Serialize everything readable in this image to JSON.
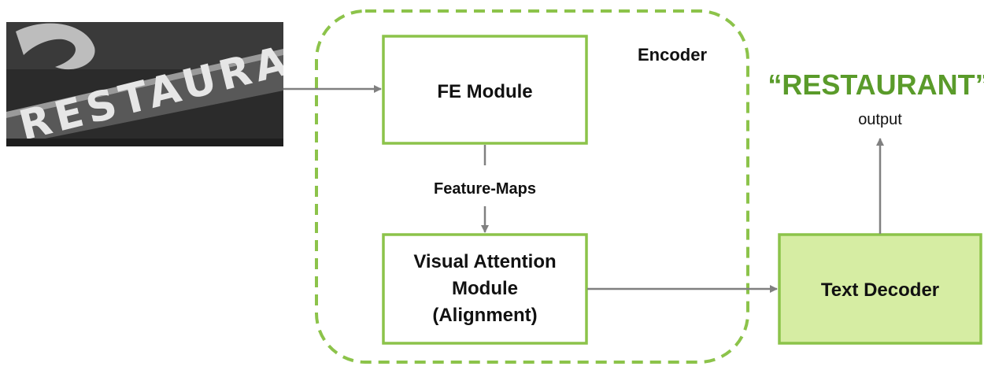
{
  "encoder": {
    "label": "Encoder"
  },
  "nodes": {
    "fe_module": "FE Module",
    "vam_line1": "Visual Attention",
    "vam_line2": "Module",
    "vam_line3": "(Alignment)",
    "text_decoder": "Text Decoder"
  },
  "edges": {
    "feature_maps": "Feature-Maps"
  },
  "output": {
    "text": "“RESTAURANT”",
    "caption": "output"
  },
  "input_image": {
    "sign_text": "RESTAURANT"
  },
  "colors": {
    "box_stroke": "#8cc34a",
    "decoder_fill": "#d6eda3",
    "output_text": "#5a9b2a",
    "arrow": "#808080"
  }
}
